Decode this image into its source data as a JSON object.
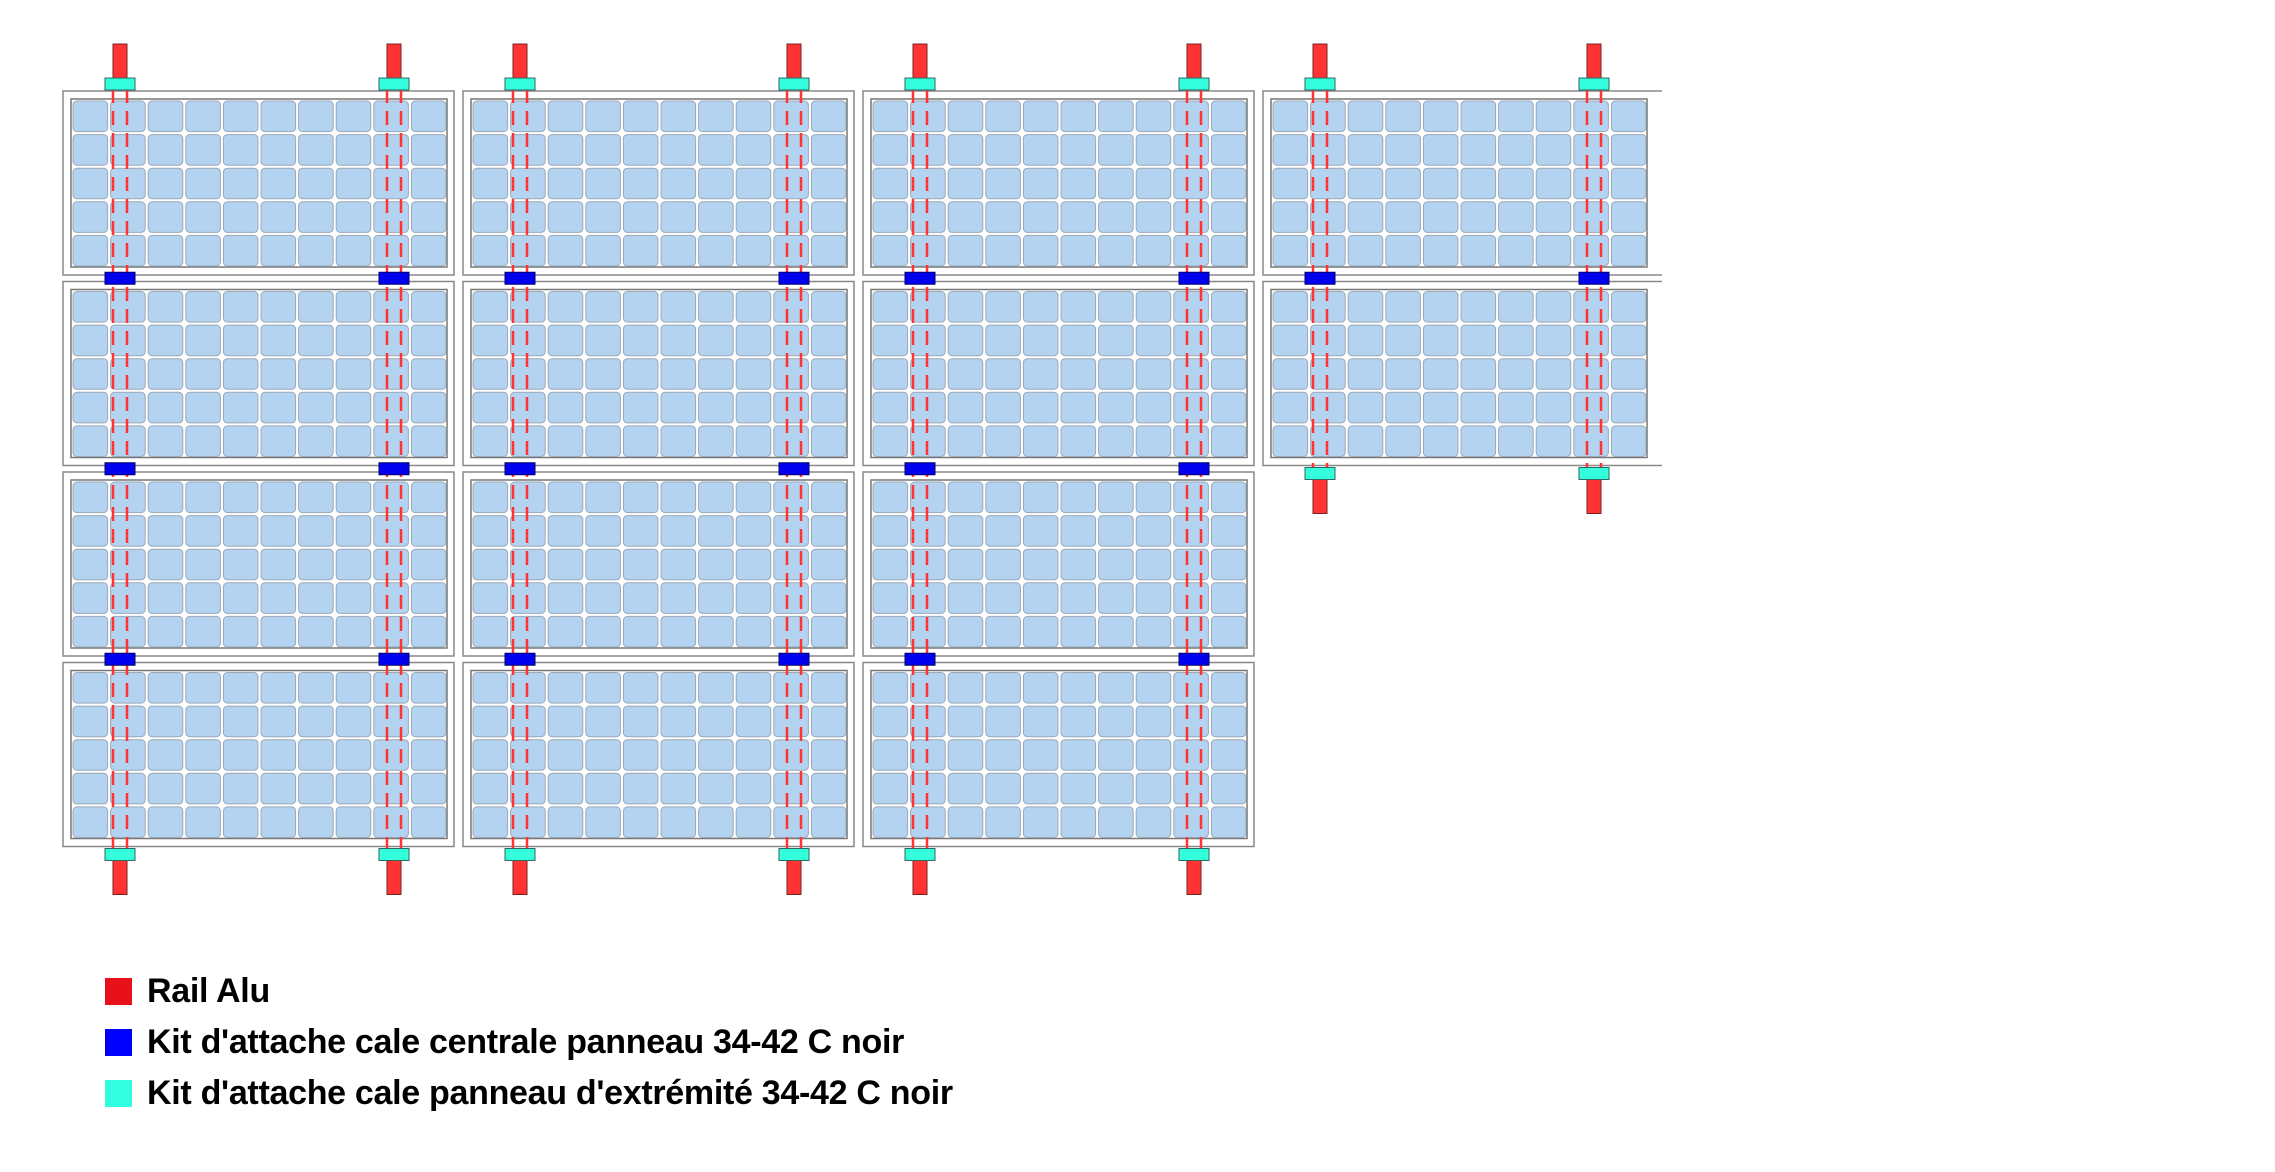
{
  "layout": {
    "columns": [
      {
        "panel_rows": 4
      },
      {
        "panel_rows": 4
      },
      {
        "panel_rows": 4
      },
      {
        "panel_rows": 2,
        "open_right": true
      }
    ],
    "cells_per_panel": {
      "columns": 10,
      "rows": 5
    },
    "rails_per_column": 2
  },
  "colors": {
    "rail": "#ff3333",
    "center_clamp": "#0000ee",
    "end_clamp": "#33ffdd",
    "cell": "#b4d3f0",
    "frame": "#777777"
  },
  "legend": [
    {
      "label": "Rail Alu",
      "color": "#e8101a"
    },
    {
      "label": "Kit d'attache cale centrale panneau 34-42 C noir",
      "color": "#0000ff"
    },
    {
      "label": "Kit d'attache cale panneau d'extrémité 34-42 C noir",
      "color": "#33ffe0"
    }
  ]
}
